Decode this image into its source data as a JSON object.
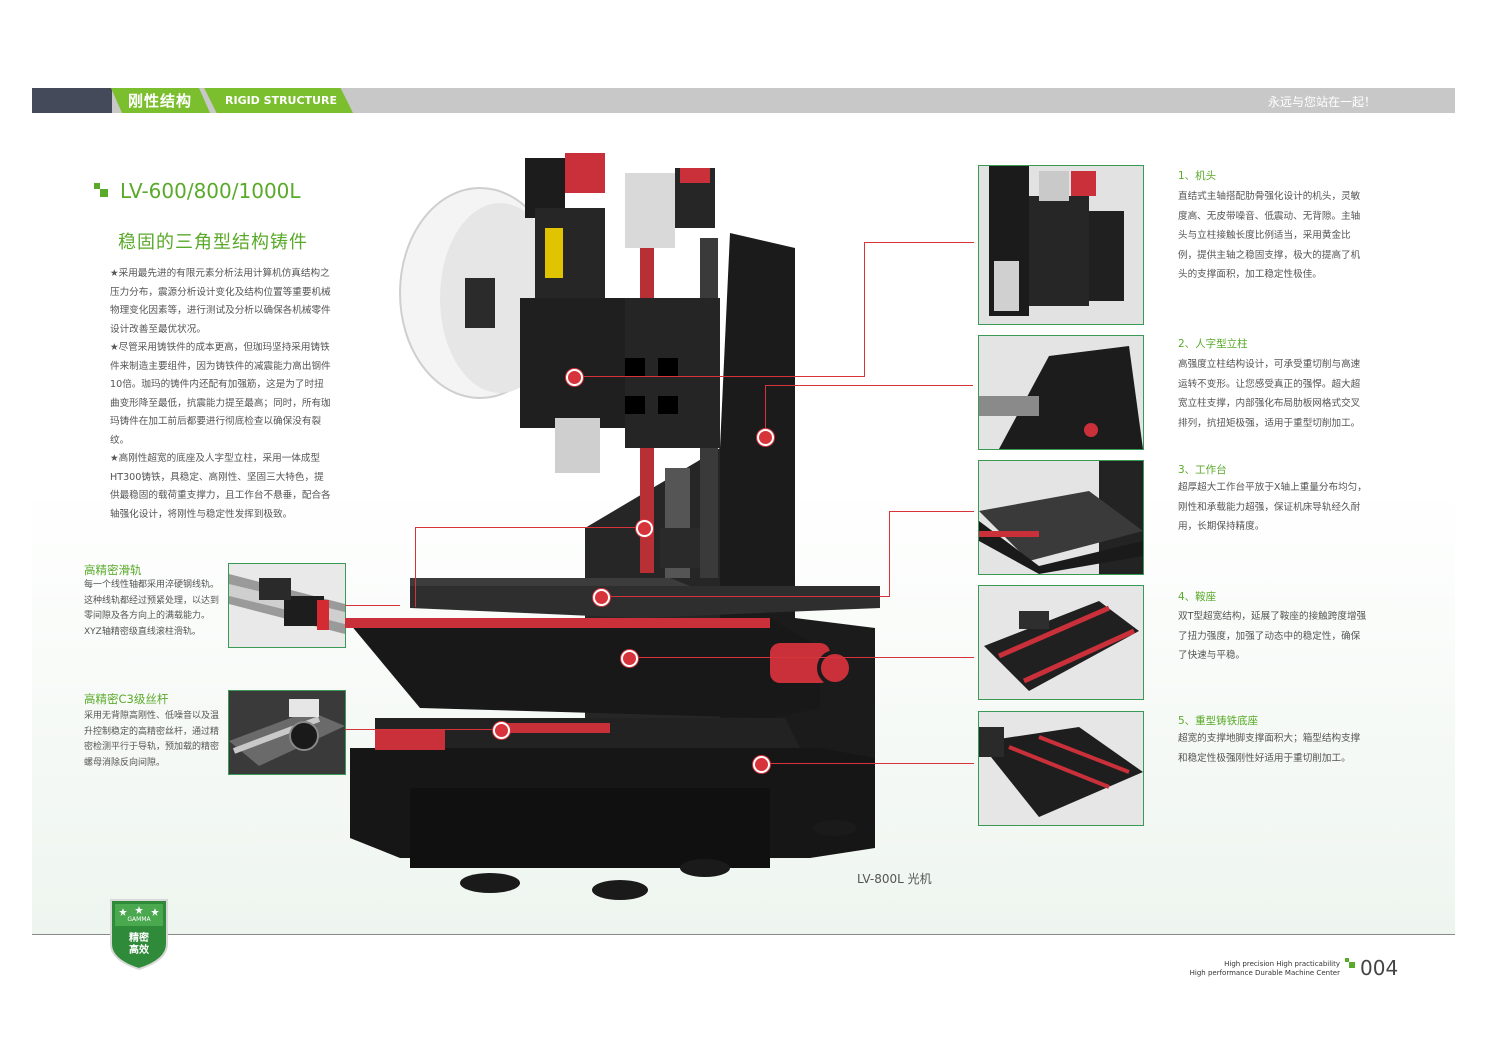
{
  "header": {
    "title_cn": "刚性结构",
    "title_en": "RIGID STRUCTURE",
    "slogan": "永远与您站在一起！"
  },
  "intro": {
    "model": "LV-600/800/1000L",
    "subtitle": "稳固的三角型结构铸件",
    "bullets": [
      "★采用最先进的有限元素分析法用计算机仿真结构之压力分布，震源分析设计变化及结构位置等重要机械物理变化因素等，进行测试及分析以确保各机械零件设计改善至最优状况。",
      "★尽管采用铸铁件的成本更高，但珈玛坚持采用铸铁件来制造主要组件，因为铸铁件的减震能力高出钢件10倍。珈玛的铸件内还配有加强筋，这是为了时扭曲变形降至最低，抗震能力提至最高；同时，所有珈玛铸件在加工前后都要进行彻底检查以确保没有裂纹。",
      "★高刚性超宽的底座及人字型立柱，采用一体成型HT300铸铁，具稳定、高刚性、坚固三大特色，提供最稳固的载荷重支撑力，且工作台不悬垂，配合各轴强化设计，将刚性与稳定性发挥到极致。"
    ]
  },
  "left_features": [
    {
      "title": "高精密滑轨",
      "text": "每一个线性轴都采用淬硬钢线轨。这种线轨都经过预紧处理，以达到零间隙及各方向上的满载能力。XYZ轴精密级直线滚柱滑轨。"
    },
    {
      "title": "高精密C3级丝杆",
      "text": "采用无背隙高刚性、低噪音以及温升控制稳定的高精密丝杆，通过精密检测平行于导轨，预加载的精密螺母消除反向间隙。"
    }
  ],
  "right_features": [
    {
      "title": "1、机头",
      "text": "直结式主轴搭配肋骨强化设计的机头，灵敏度高、无皮带噪音、低震动、无背隙。主轴头与立柱接触长度比例适当，采用黄金比例，提供主轴之稳固支撑，极大的提高了机头的支撑面积，加工稳定性极佳。"
    },
    {
      "title": "2、人字型立柱",
      "text": "高强度立柱结构设计，可承受重切削与高速运转不变形。让您感受真正的强悍。超大超宽立柱支撑，内部强化布局肋板网格式交叉排列，抗扭矩极强，适用于重型切削加工。"
    },
    {
      "title": "3、工作台",
      "text": "超厚超大工作台平放于X轴上重量分布均匀，刚性和承载能力超强，保证机床导轨经久耐用，长期保持精度。"
    },
    {
      "title": "4、鞍座",
      "text": "双T型超宽结构，延展了鞍座的接触跨度增强了扭力强度，加强了动态中的稳定性，确保了快速与平稳。"
    },
    {
      "title": "5、重型铸铁底座",
      "text": "超宽的支撑地脚支撑面积大；箱型结构支撑和稳定性极强刚性好适用于重切削加工。"
    }
  ],
  "caption": "LV-800L 光机",
  "badge": {
    "line1": "精密",
    "line2": "高效",
    "brand": "GAMMA"
  },
  "footer": {
    "line1": "High precision High practicability",
    "line2": "High performance Durable Machine Center",
    "page": "004"
  }
}
